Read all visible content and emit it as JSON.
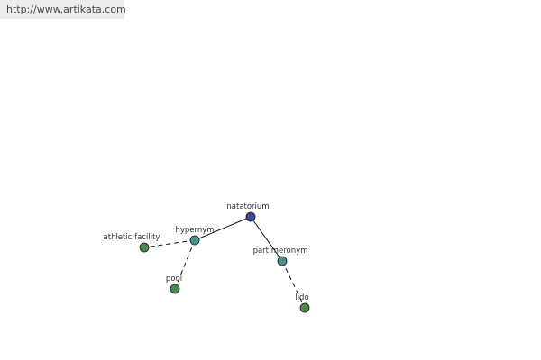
{
  "watermark": {
    "text": "http://www.artikata.com"
  },
  "graph": {
    "nodes": [
      {
        "id": "natatorium",
        "label": "natatorium",
        "color": "#3a4a9a"
      },
      {
        "id": "hypernym",
        "label": "hypernym",
        "color": "#4a8f8f"
      },
      {
        "id": "part-meronym",
        "label": "part meronym",
        "color": "#4a8f8f"
      },
      {
        "id": "athletic-facility",
        "label": "athletic facility",
        "color": "#4a8a4a"
      },
      {
        "id": "pool",
        "label": "pool",
        "color": "#4a8a4a"
      },
      {
        "id": "lido",
        "label": "lido",
        "color": "#4a8a4a"
      }
    ],
    "edges": [
      {
        "from": "natatorium",
        "to": "hypernym",
        "style": "solid"
      },
      {
        "from": "natatorium",
        "to": "part-meronym",
        "style": "solid"
      },
      {
        "from": "hypernym",
        "to": "athletic-facility",
        "style": "dashed"
      },
      {
        "from": "hypernym",
        "to": "pool",
        "style": "dashed"
      },
      {
        "from": "part-meronym",
        "to": "lido",
        "style": "dashed"
      }
    ]
  }
}
